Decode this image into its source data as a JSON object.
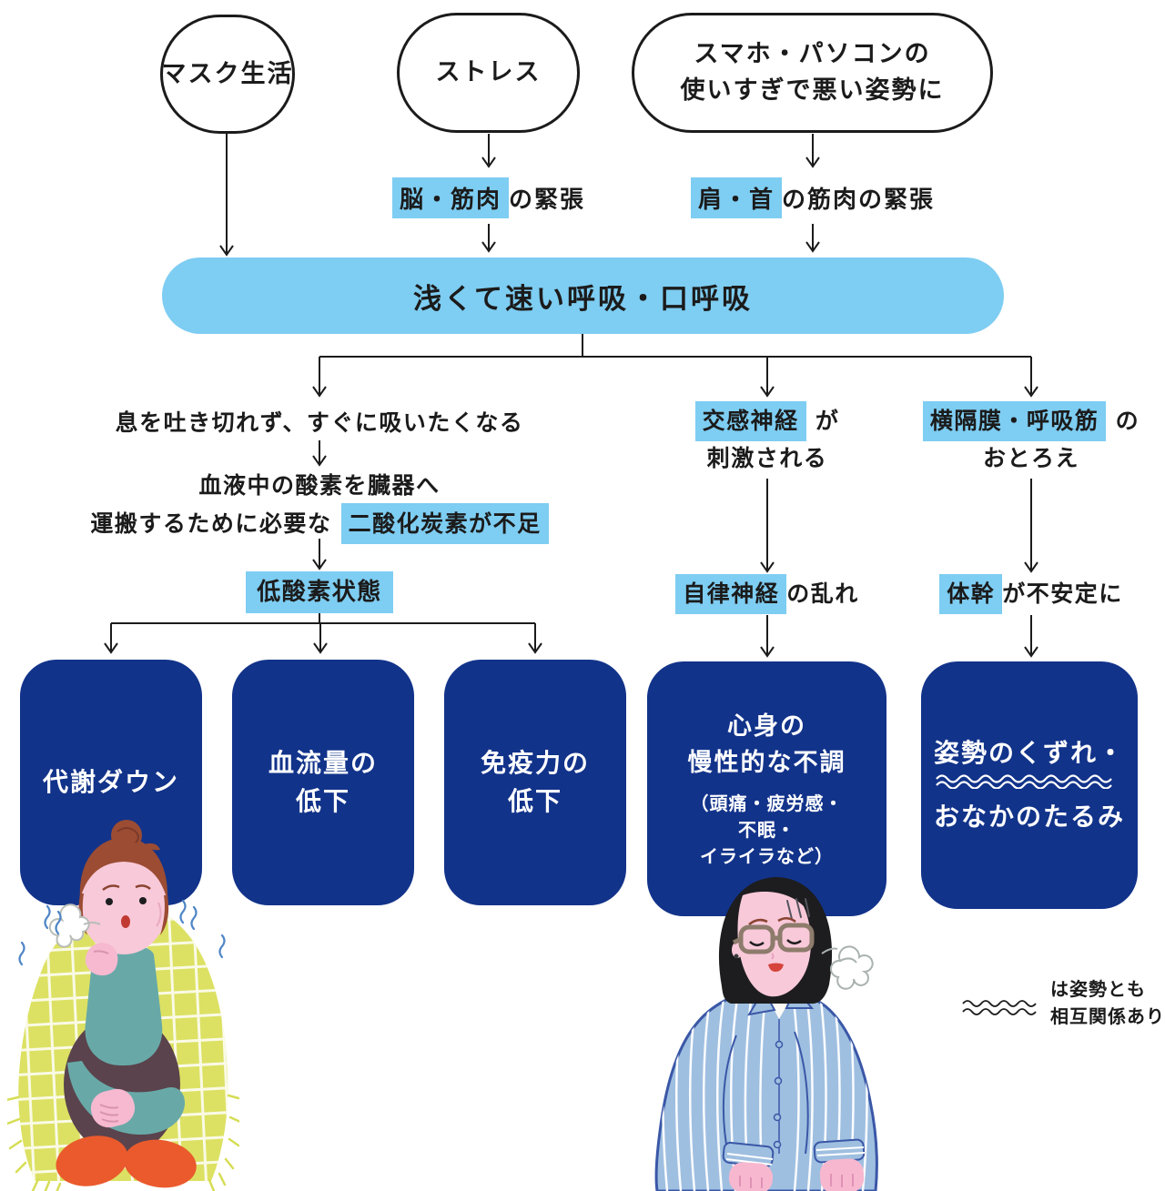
{
  "colors": {
    "highlight_blue": "#7ECDF2",
    "navy": "#12338A",
    "ink": "#1B1B1B",
    "shiver_blue": "#4F86C6",
    "blanket_yellow": "#DCE163",
    "skin_pink": "#F8C9D9",
    "sweater_teal": "#68A9A8",
    "shirt_blue": "#9FBFE0",
    "shoe_orange": "#EA5A2D"
  },
  "causes": [
    {
      "label": "マスク生活"
    },
    {
      "label": "ストレス"
    },
    {
      "line1": "スマホ・パソコンの",
      "line2": "使いすぎで悪い姿勢に"
    }
  ],
  "tension_notes": [
    {
      "highlight": "脳・筋肉",
      "rest": "の緊張"
    },
    {
      "highlight": "肩・首",
      "rest": "の筋肉の緊張"
    }
  ],
  "banner": {
    "label": "浅くて速い呼吸・口呼吸"
  },
  "left_chain": {
    "step1": "息を吐き切れず、すぐに吸いたくなる",
    "step2_line1": "血液中の酸素を臓器へ",
    "step2_prefix": "運搬するために必要な",
    "step2_highlight": "二酸化炭素が不足",
    "step3": "低酸素状態"
  },
  "middle_chain": {
    "step1_highlight": "交感神経",
    "step1_rest": "が",
    "step1_line2": "刺激される",
    "step2_highlight": "自律神経",
    "step2_rest": "の乱れ"
  },
  "right_chain": {
    "step1_highlight": "横隔膜・呼吸筋",
    "step1_rest": "の",
    "step1_line2": "おとろえ",
    "step2_highlight": "体幹",
    "step2_rest": "が不安定に"
  },
  "outcomes": {
    "box1": {
      "line1": "代謝ダウン"
    },
    "box2": {
      "line1": "血流量の",
      "line2": "低下"
    },
    "box3": {
      "line1": "免疫力の",
      "line2": "低下"
    },
    "box4": {
      "line1": "心身の",
      "line2": "慢性的な不調",
      "sub1": "（頭痛・疲労感・",
      "sub2": "不眠・",
      "sub3": "イライラなど）"
    },
    "box5": {
      "line1": "姿勢のくずれ・",
      "line2": "おなかのたるみ",
      "decoration": "double-wavy-underline"
    }
  },
  "legend": {
    "symbol": "double-wavy-line",
    "line1": "は姿勢とも",
    "line2": "相互関係あり"
  },
  "illustrations": [
    {
      "name": "shivering-woman-in-blanket"
    },
    {
      "name": "sighing-woman-with-glasses"
    }
  ]
}
